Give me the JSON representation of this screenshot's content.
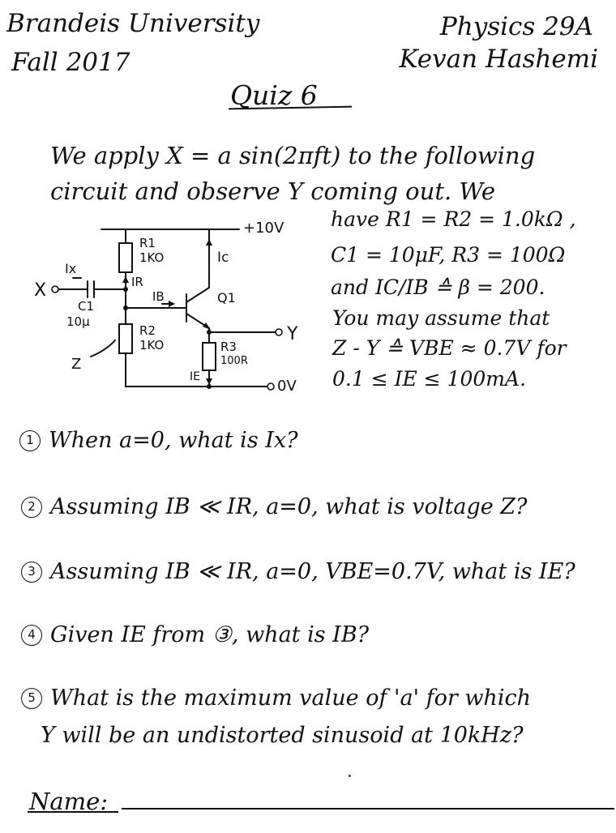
{
  "header": {
    "university": "Brandeis University",
    "term": "Fall 2017",
    "course": "Physics 29A",
    "instructor": "Kevan Hashemi",
    "quiz_title": "Quiz 6"
  },
  "intro": {
    "line1": "We apply X = a sin(2πft) to the following",
    "line2": "circuit and observe Y coming out. We"
  },
  "parameters": [
    "have R1 = R2 = 1.0kΩ ,",
    "C1 = 10μF, R3 = 100Ω",
    "and IC/IB ≙ β = 200.",
    "You may assume that",
    "Z - Y ≙ VBE ≈ 0.7V for",
    "0.1 ≤ IE ≤ 100mA."
  ],
  "circuit": {
    "supply": "+10V",
    "ground": "0V",
    "ic": "Ic",
    "ix": "Ix",
    "ir": "IR",
    "ib": "IB",
    "ie": "IE",
    "x": "X",
    "y": "Y",
    "z": "Z",
    "q1": "Q1",
    "c1_name": "C1",
    "c1_value": "10μ",
    "r1_name": "R1",
    "r1_value": "1KO",
    "r2_name": "R2",
    "r2_value": "1KO",
    "r3_name": "R3",
    "r3_value": "100R"
  },
  "questions": [
    {
      "number": "1",
      "text": "When a=0, what is Ix?"
    },
    {
      "number": "2",
      "text": "Assuming IB ≪ IR, a=0, what is voltage Z?"
    },
    {
      "number": "3",
      "text": "Assuming IB ≪ IR, a=0, VBE=0.7V, what is IE?"
    },
    {
      "number": "4",
      "text": "Given IE from ③, what is IB?"
    },
    {
      "number": "5",
      "text": "What is the maximum value of 'a' for which",
      "text2": "Y will be an undistorted sinusoid at 10kHz?"
    }
  ],
  "name_label": "Name:"
}
